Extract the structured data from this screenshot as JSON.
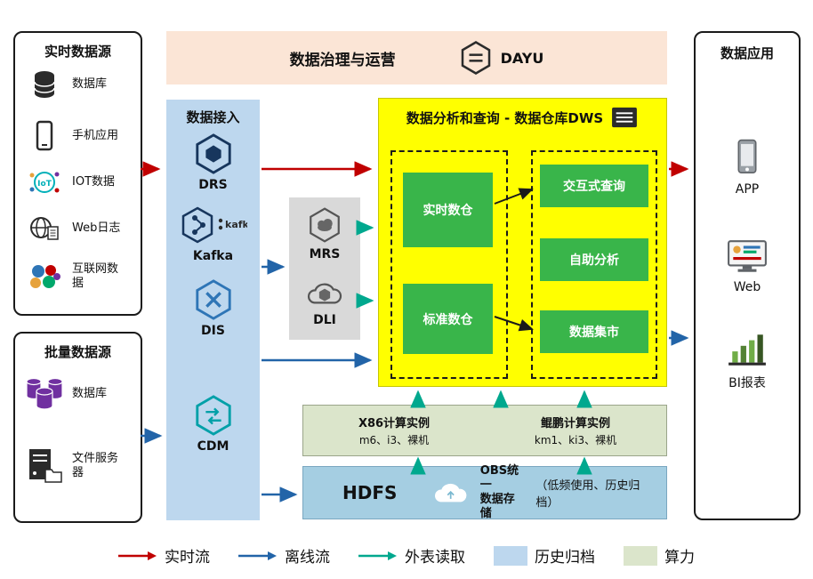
{
  "realtime_sources": {
    "title": "实时数据源",
    "items": [
      {
        "label": "数据库",
        "icon": "database-icon"
      },
      {
        "label": "手机应用",
        "icon": "phone-icon"
      },
      {
        "label": "IOT数据",
        "icon": "iot-icon"
      },
      {
        "label": "Web日志",
        "icon": "weblog-icon"
      },
      {
        "label": "互联网数据",
        "icon": "internet-icon"
      }
    ]
  },
  "batch_sources": {
    "title": "批量数据源",
    "items": [
      {
        "label": "数据库",
        "icon": "database-stack-icon"
      },
      {
        "label": "文件服务器",
        "icon": "file-server-icon"
      }
    ]
  },
  "governance": {
    "title": "数据治理与运营",
    "product": "DAYU"
  },
  "ingestion": {
    "title": "数据接入",
    "services": [
      "DRS",
      "Kafka",
      "DIS",
      "CDM"
    ],
    "kafka_logo_text": "kafka"
  },
  "analytics_services": [
    "MRS",
    "DLI"
  ],
  "warehouse": {
    "title": "数据分析和查询 - 数据仓库DWS",
    "realtime": "实时数仓",
    "standard": "标准数仓",
    "interactive": "交互式查询",
    "selfservice": "自助分析",
    "datamart": "数据集市"
  },
  "compute": {
    "x86_title": "X86计算实例",
    "x86_spec": "m6、i3、裸机",
    "kunpeng_title": "鲲鹏计算实例",
    "kunpeng_spec": "km1、ki3、裸机"
  },
  "storage": {
    "hdfs": "HDFS",
    "obs_line1": "OBS统一",
    "obs_line2": "数据存储",
    "obs_note": "（低频使用、历史归档）"
  },
  "applications": {
    "title": "数据应用",
    "items": [
      {
        "label": "APP",
        "icon": "app-phone-icon"
      },
      {
        "label": "Web",
        "icon": "web-monitor-icon"
      },
      {
        "label": "BI报表",
        "icon": "bi-report-icon"
      }
    ]
  },
  "legend": {
    "realtime_flow": "实时流",
    "offline_flow": "离线流",
    "external_read": "外表读取",
    "history_archive": "历史归档",
    "compute_power": "算力"
  },
  "colors": {
    "realtime_arrow": "#c00000",
    "offline_arrow": "#2264a8",
    "external_arrow": "#00a88e",
    "history_swatch": "#bdd7ee",
    "compute_swatch": "#dbe5cb",
    "yellow_panel": "#ffff00",
    "green_cell": "#39b54a",
    "ingest_panel": "#bdd7ee",
    "banner": "#fbe5d6",
    "gray_panel": "#d9d9d9",
    "hdfs_panel": "#a5cee2"
  }
}
